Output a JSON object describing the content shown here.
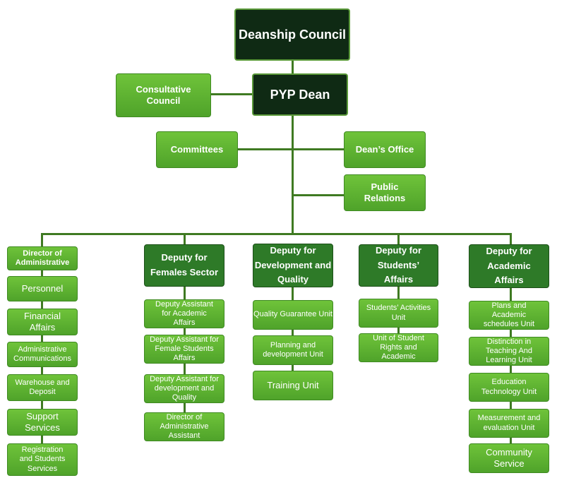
{
  "nodes": {
    "deanship_council": "Deanship Council",
    "pyp_dean": "PYP Dean",
    "consultative_council": "Consultative Council",
    "committees": "Committees",
    "deans_office": "Dean’s Office",
    "public_relations": "Public Relations"
  },
  "columns": [
    {
      "head": "Director of Administrative",
      "items": [
        "Personnel",
        "Financial Affairs",
        "Administrative Communications",
        "Warehouse and Deposit",
        "Support Services",
        "Registration and Students Services"
      ]
    },
    {
      "head": "Deputy for Females Sector",
      "items": [
        "Deputy Assistant for Academic Affairs",
        "Deputy Assistant for Female Students Affairs",
        "Deputy Assistant for development and Quality",
        "Director of Administrative Assistant"
      ]
    },
    {
      "head": "Deputy for Development and Quality",
      "items": [
        "Quality Guarantee Unit",
        "Planning and development Unit",
        "Training Unit"
      ]
    },
    {
      "head": "Deputy for Students’ Affairs",
      "items": [
        "Students’ Activities Unit",
        "Unit of Student Rights and Academic"
      ]
    },
    {
      "head": "Deputy for Academic Affairs",
      "items": [
        "Plans and Academic schedules  Unit",
        "Distinction in Teaching And Learning Unit",
        "Education Technology Unit",
        "Measurement and evaluation Unit",
        "Community Service"
      ]
    }
  ]
}
